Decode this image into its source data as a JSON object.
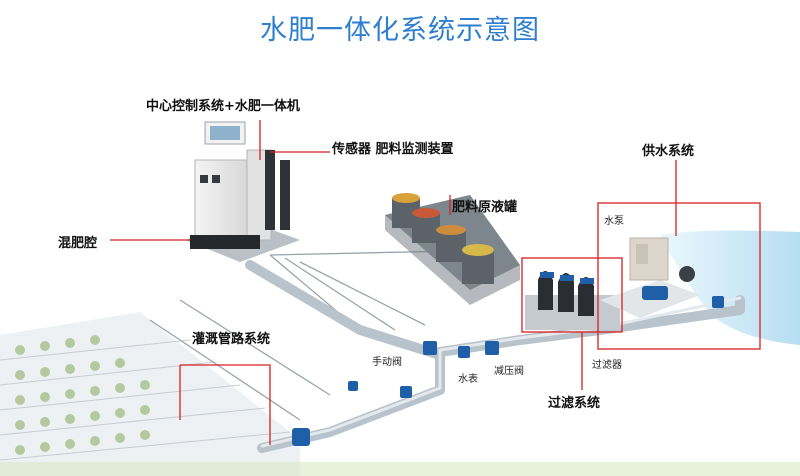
{
  "title": "水肥一体化系统示意图",
  "labels": {
    "control": "中心控制系统+水肥一体机",
    "sensor": "传感器 肥料监测装置",
    "mixing": "混肥腔",
    "tanks": "肥料原液罐",
    "water_supply": "供水系统",
    "pump": "水泵",
    "irrigation": "灌溉管路系统",
    "manual_valve": "手动阀",
    "meter": "水表",
    "pressure_valve": "减压阀",
    "filter": "过滤器",
    "filter_system": "过滤系统"
  },
  "colors": {
    "title": "#2f7fd0",
    "callout": "#d62020",
    "pipe": "#b9c3cb",
    "valve": "#1f5fa8",
    "water": "#bfe3f4",
    "tank_fluids": [
      "#d8a23a",
      "#c85a3a",
      "#cf8c3d",
      "#d6b84b"
    ]
  }
}
